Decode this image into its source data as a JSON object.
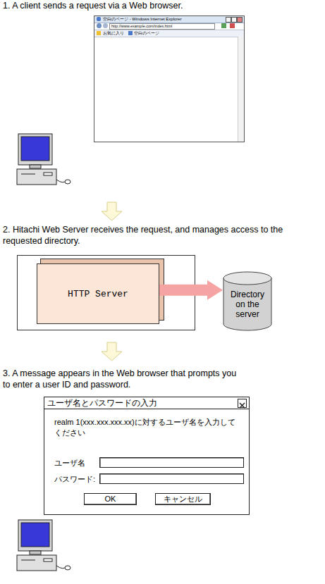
{
  "diagram": {
    "nodes": [
      {
        "text": [
          "空白のページ - Windows Internet Explorer",
          "http://www.example.com/index.html",
          "お気に入り",
          "空白のページ"
        ]
      },
      {
        "text": [
          "HTTP Server"
        ]
      },
      {
        "text": [
          "Directory on the server"
        ]
      },
      {
        "text": [
          "ユーザ名とパスワードの入力",
          "realm 1(xxx.xxx.xxx.xx)に対するユーザ名を入力してください",
          "ユーザ名",
          "パスワード:"
        ]
      },
      {
        "text": [
          "OK"
        ],
        "in": 3
      },
      {
        "text": [
          "キャンセル"
        ],
        "in": 3
      }
    ],
    "edges": [
      {
        "from": 1,
        "to": 2,
        "arrow": "to"
      }
    ],
    "labels": [
      "1. A client sends a request via a Web browser.",
      "2. Hitachi Web Server receives the request, and manages access to the requested directory.",
      "3. A message appears in the Web browser that prompts you to enter a user ID and password."
    ]
  }
}
